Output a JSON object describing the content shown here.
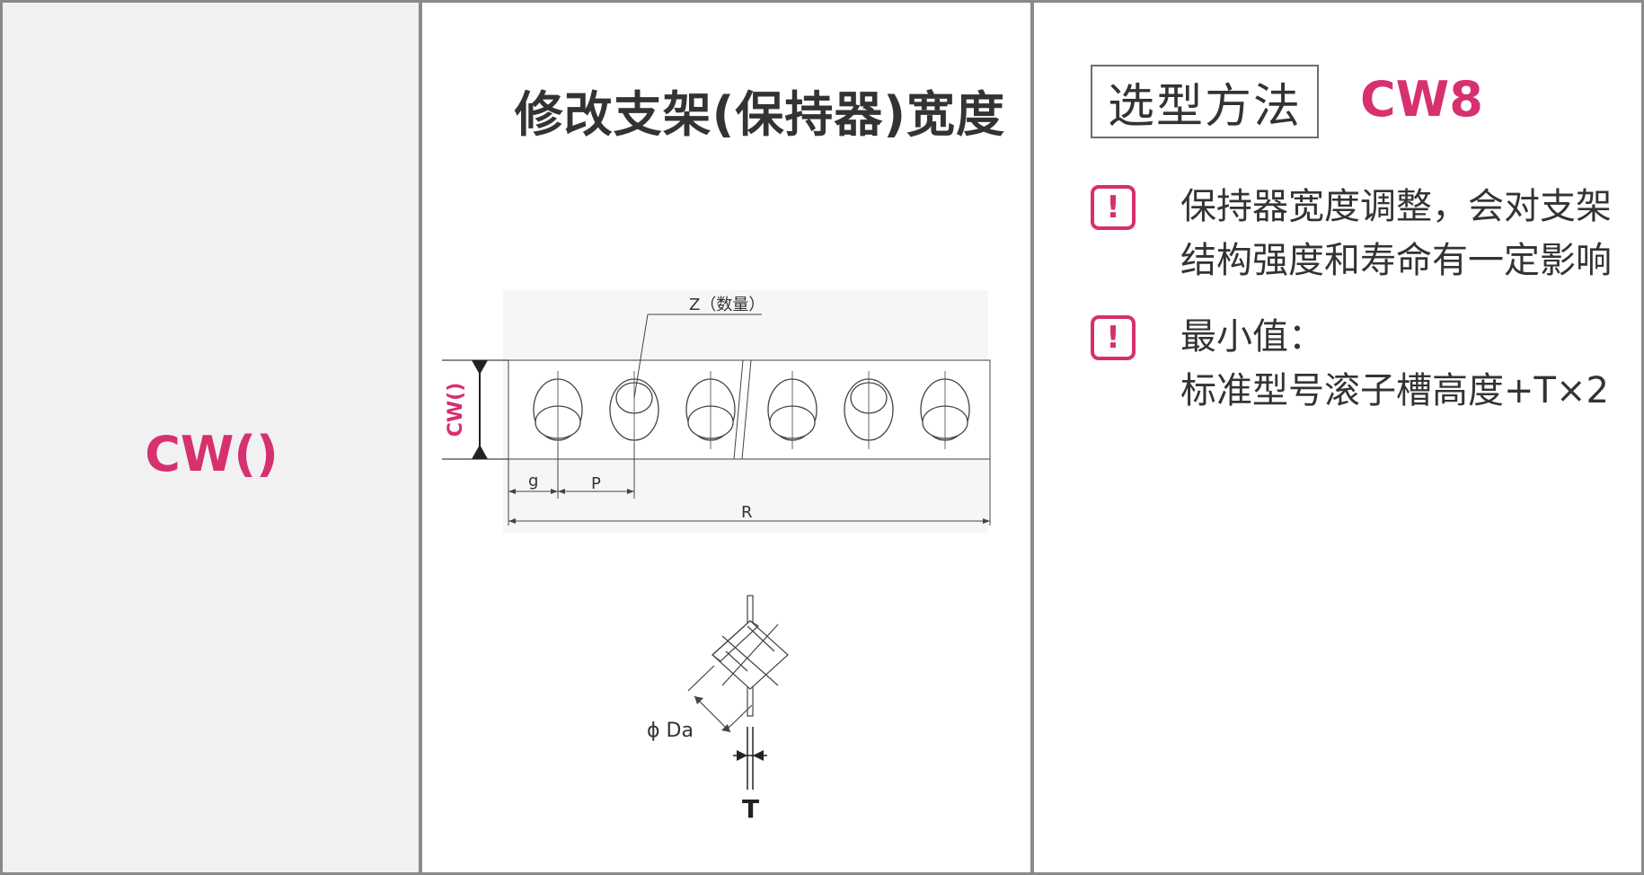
{
  "left": {
    "code": "CW()"
  },
  "middle": {
    "title": "修改支架(保持器)宽度",
    "diagram": {
      "qty_label": "Z（数量）",
      "width_label": "CW()",
      "g_label": "g",
      "p_label": "P",
      "r_label": "R",
      "da_label": "ϕ Da",
      "t_label": "T"
    }
  },
  "right": {
    "method_label": "选型方法",
    "method_code": "CW8",
    "notes": [
      {
        "icon": "exclamation-icon",
        "line1": "保持器宽度调整，会对支架",
        "line2": "结构强度和寿命有一定影响"
      },
      {
        "icon": "exclamation-icon",
        "line1": "最小值：",
        "line2": "标准型号滚子槽高度+T×2"
      }
    ]
  },
  "colors": {
    "accent": "#d6306f",
    "border": "#8a8a8a",
    "left_bg": "#f1f1f1",
    "text": "#333333"
  }
}
